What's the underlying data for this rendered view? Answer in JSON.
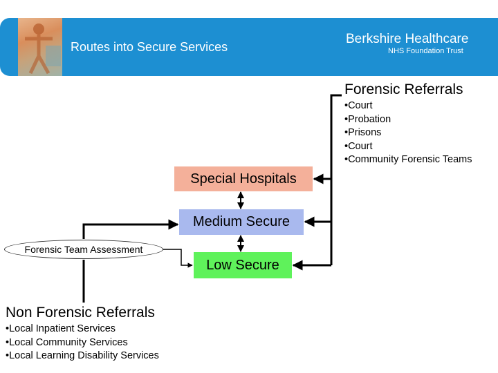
{
  "header": {
    "title": "Routes into Secure Services",
    "brand_name": "Berkshire Healthcare",
    "brand_sub": "NHS Foundation Trust",
    "background_color": "#1d8fd2",
    "logo_icon": "collage-photo-icon"
  },
  "forensic_referrals": {
    "heading": "Forensic Referrals",
    "items": [
      "•Court",
      "•Probation",
      "•Prisons",
      "•Court",
      "•Community Forensic Teams"
    ]
  },
  "non_forensic_referrals": {
    "heading": "Non Forensic Referrals",
    "items": [
      "•Local Inpatient Services",
      "•Local Community Services",
      "•Local Learning Disability Services"
    ]
  },
  "nodes": {
    "special_hospitals": {
      "label": "Special Hospitals",
      "color": "#f4b09a"
    },
    "medium_secure": {
      "label": "Medium Secure",
      "color": "#a9b9ee"
    },
    "low_secure": {
      "label": "Low Secure",
      "color": "#5ff25b"
    },
    "forensic_team_assessment": {
      "label": "Forensic Team Assessment"
    }
  }
}
